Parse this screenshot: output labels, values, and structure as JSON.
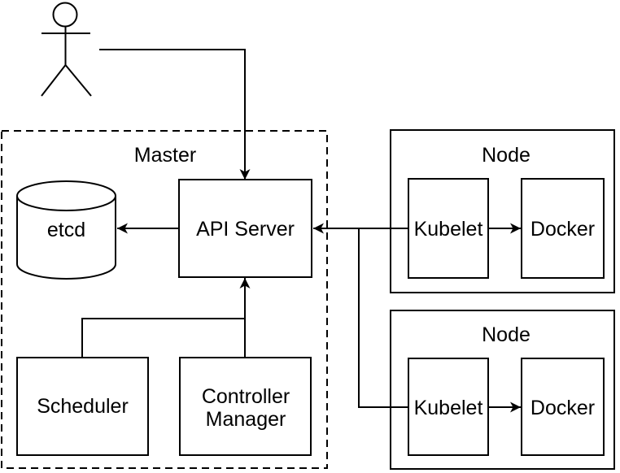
{
  "diagram_type": "kubernetes-architecture",
  "colors": {
    "stroke": "#000000",
    "background": "#ffffff"
  },
  "actor": {
    "name": "user"
  },
  "master": {
    "label": "Master",
    "etcd_label": "etcd",
    "api_server_label": "API Server",
    "scheduler_label": "Scheduler",
    "controller_manager_line1": "Controller",
    "controller_manager_line2": "Manager"
  },
  "nodes": [
    {
      "label": "Node",
      "kubelet_label": "Kubelet",
      "docker_label": "Docker"
    },
    {
      "label": "Node",
      "kubelet_label": "Kubelet",
      "docker_label": "Docker"
    }
  ],
  "edges": [
    {
      "from": "user",
      "to": "api-server",
      "arrow": true
    },
    {
      "from": "api-server",
      "to": "etcd",
      "arrow": true
    },
    {
      "from": "scheduler",
      "to": "api-server",
      "arrow": true
    },
    {
      "from": "controller-manager",
      "to": "api-server",
      "arrow": true
    },
    {
      "from": "kubelet-node-1",
      "to": "api-server",
      "arrow": true
    },
    {
      "from": "kubelet-node-2",
      "to": "api-server",
      "arrow": true
    },
    {
      "from": "kubelet-node-1",
      "to": "docker-node-1",
      "arrow": true
    },
    {
      "from": "kubelet-node-2",
      "to": "docker-node-2",
      "arrow": true
    }
  ]
}
